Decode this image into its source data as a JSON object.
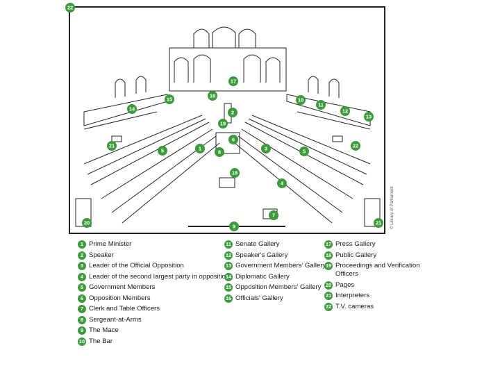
{
  "credit": "© Library of Parliament",
  "colors": {
    "badge": "#3d9a3d",
    "lines": "#222222"
  },
  "markers": [
    {
      "n": "1"
    },
    {
      "n": "2"
    },
    {
      "n": "3"
    },
    {
      "n": "4"
    },
    {
      "n": "5"
    },
    {
      "n": "5"
    },
    {
      "n": "6"
    },
    {
      "n": "7"
    },
    {
      "n": "8"
    },
    {
      "n": "9"
    },
    {
      "n": "10"
    },
    {
      "n": "11"
    },
    {
      "n": "12"
    },
    {
      "n": "13"
    },
    {
      "n": "14"
    },
    {
      "n": "15"
    },
    {
      "n": "16"
    },
    {
      "n": "17"
    },
    {
      "n": "18"
    },
    {
      "n": "19"
    },
    {
      "n": "20"
    },
    {
      "n": "21"
    },
    {
      "n": "21"
    },
    {
      "n": "22"
    },
    {
      "n": "22"
    }
  ],
  "legend": [
    {
      "num": "1",
      "label": "Prime Minister"
    },
    {
      "num": "2",
      "label": "Speaker"
    },
    {
      "num": "3",
      "label": "Leader of the Official Opposition"
    },
    {
      "num": "4",
      "label": "Leader of the second largest party in opposition"
    },
    {
      "num": "5",
      "label": "Government Members"
    },
    {
      "num": "6",
      "label": "Opposition Members"
    },
    {
      "num": "7",
      "label": "Clerk and Table Officers"
    },
    {
      "num": "8",
      "label": "Sergeant-at-Arms"
    },
    {
      "num": "9",
      "label": "The Mace"
    },
    {
      "num": "10",
      "label": "The Bar"
    },
    {
      "num": "11",
      "label": "Senate Gallery"
    },
    {
      "num": "12",
      "label": "Speaker's Gallery"
    },
    {
      "num": "13",
      "label": "Government Members' Gallery"
    },
    {
      "num": "14",
      "label": "Diplomatic Gallery"
    },
    {
      "num": "15",
      "label": "Opposition Members' Gallery"
    },
    {
      "num": "16",
      "label": "Officials' Gallery"
    },
    {
      "num": "17",
      "label": "Press Gallery"
    },
    {
      "num": "18",
      "label": "Public Gallery"
    },
    {
      "num": "19",
      "label": "Proceedings and Verification Officers"
    },
    {
      "num": "20",
      "label": "Pages"
    },
    {
      "num": "21",
      "label": "Interpreters"
    },
    {
      "num": "22",
      "label": "T.V. cameras"
    }
  ]
}
